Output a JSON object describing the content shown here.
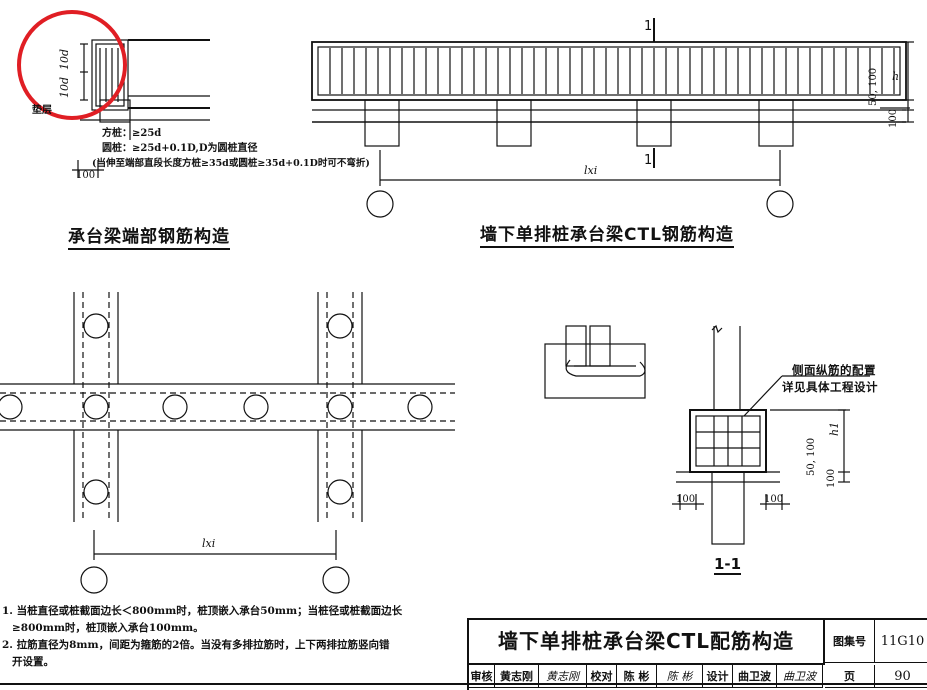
{
  "end_detail": {
    "caption": "承台梁端部钢筋构造",
    "dim_10d_top": "10d",
    "dim_10d_bottom": "10d",
    "cushion_label": "垫层",
    "note_square": "方桩：≥25d",
    "note_round": "圆桩：≥25d+0.1D,D为圆桩直径",
    "note_paren": "(当伸至端部直段长度方桩≥35d或圆桩≥35d+0.1D时可不弯折)",
    "dim_100": "100"
  },
  "beam_elevation": {
    "caption": "墙下单排桩承台梁CTL钢筋构造",
    "section_mark": "1",
    "dim_h": "h",
    "dim_50_100": "50, 100",
    "dim_100": "100",
    "dim_lxi": "lxi"
  },
  "plan": {
    "dim_lxi": "lxi"
  },
  "section_1_1": {
    "label": "1-1",
    "side_bar_note_line1": "侧面纵筋的配置",
    "side_bar_note_line2": "详见具体工程设计",
    "dim_h1": "h1",
    "dim_50_100": "50, 100",
    "dim_100_v": "100",
    "dim_100_left": "100",
    "dim_100_right": "100"
  },
  "notes": [
    "1. 当桩直径或桩截面边长＜800mm时，桩顶嵌入承台50mm；当桩径或桩截面边长",
    "   ≥800mm时，桩顶嵌入承台100mm。",
    "2. 拉筋直径为8mm，间距为箍筋的2倍。当没有多排拉筋时，上下两排拉筋竖向错",
    "   开设置。"
  ],
  "title_block": {
    "title": "墙下单排桩承台梁CTL配筋构造",
    "atlas_label": "图集号",
    "atlas_no": "11G10",
    "page_label": "页",
    "page_no": "90",
    "review_label": "审核",
    "reviewer": "黄志刚",
    "reviewer_sign": "黄志刚",
    "check_label": "校对",
    "checker": "陈 彬",
    "checker_sign": "陈 彬",
    "design_label": "设计",
    "designer": "曲卫波",
    "designer_sign": "曲卫波"
  },
  "highlight_color": "#e01e24"
}
